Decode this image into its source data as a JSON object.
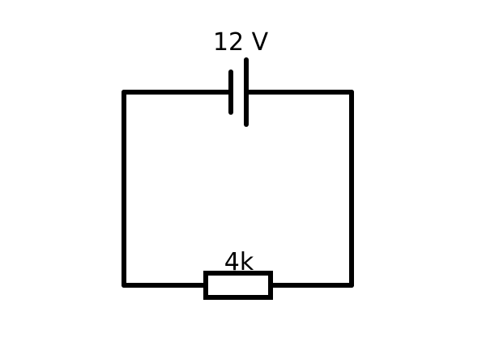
{
  "diagram": {
    "type": "circuit",
    "components": [
      {
        "kind": "battery",
        "label": "12 V"
      },
      {
        "kind": "resistor",
        "label": "4k"
      }
    ],
    "colors": {
      "line": "#000000",
      "background": "#ffffff"
    }
  }
}
